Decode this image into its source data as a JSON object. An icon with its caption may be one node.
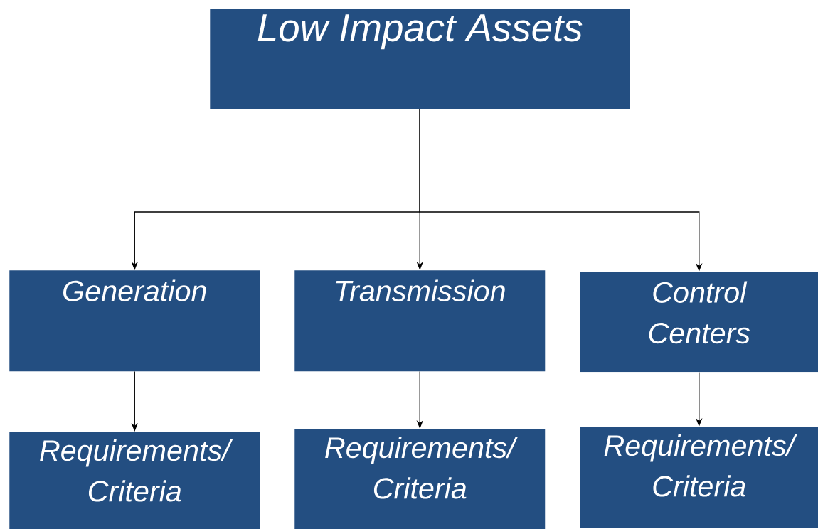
{
  "diagram": {
    "nodes": [
      {
        "text": [
          "Low Impact Assets"
        ]
      },
      {
        "text": [
          "Generation"
        ]
      },
      {
        "text": [
          "Transmission"
        ]
      },
      {
        "text": [
          "Control Centers"
        ]
      },
      {
        "text": [
          "Requirements/ Criteria"
        ]
      },
      {
        "text": [
          "Requirements/ Criteria"
        ]
      },
      {
        "text": [
          "Requirements/ Criteria"
        ]
      }
    ],
    "edges": [
      {
        "from": 0,
        "to": 1,
        "arrow": "to"
      },
      {
        "from": 0,
        "to": 2,
        "arrow": "to"
      },
      {
        "from": 0,
        "to": 3,
        "arrow": "to"
      },
      {
        "from": 1,
        "to": 4,
        "arrow": "to"
      },
      {
        "from": 2,
        "to": 5,
        "arrow": "to"
      },
      {
        "from": 3,
        "to": 6,
        "arrow": "to"
      }
    ]
  }
}
